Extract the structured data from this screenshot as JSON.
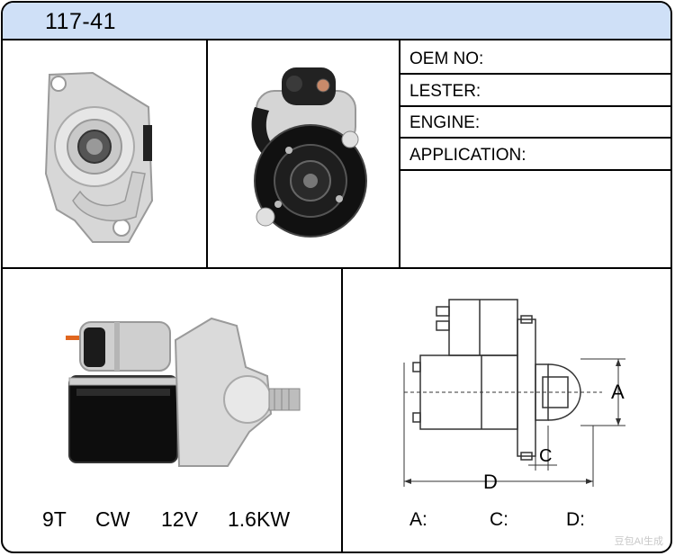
{
  "header": {
    "model": "117-41"
  },
  "info": {
    "oem_label": "OEM NO:",
    "lester_label": "LESTER:",
    "engine_label": "ENGINE:",
    "application_label": "APPLICATION:"
  },
  "specs": {
    "teeth": "9T",
    "rotation": "CW",
    "voltage": "12V",
    "power": "1.6KW"
  },
  "diagram": {
    "label_a": "A",
    "label_c": "C",
    "label_d": "D"
  },
  "dimensions": {
    "a_label": "A:",
    "c_label": "C:",
    "d_label": "D:"
  },
  "watermark": "豆包AI生成",
  "colors": {
    "header_bg": "#cfe0f7",
    "border": "#000000",
    "housing": "#d9d9d9",
    "motor": "#111111"
  }
}
